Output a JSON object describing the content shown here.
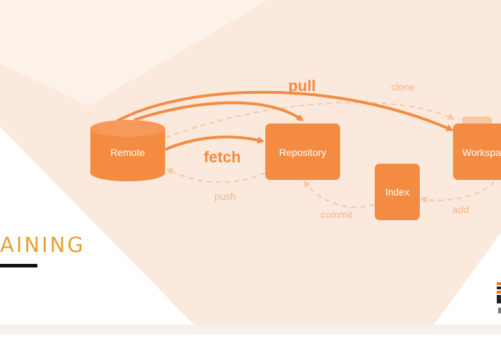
{
  "nodes": {
    "remote": "Remote",
    "repository": "Repository",
    "workspace": "Workspa",
    "index": "Index"
  },
  "arrows": {
    "pull": "pull",
    "fetch": "fetch",
    "clone": "clone",
    "push": "push",
    "commit": "commit",
    "add": "add"
  },
  "side_text": "AINING",
  "colors": {
    "accent": "#f48b43",
    "panel": "#fae9dc",
    "panel_light": "#fdf2ea",
    "dashed": "#f7c8a3",
    "label_faint": "#f3b58a",
    "training": "#e8a12c"
  }
}
